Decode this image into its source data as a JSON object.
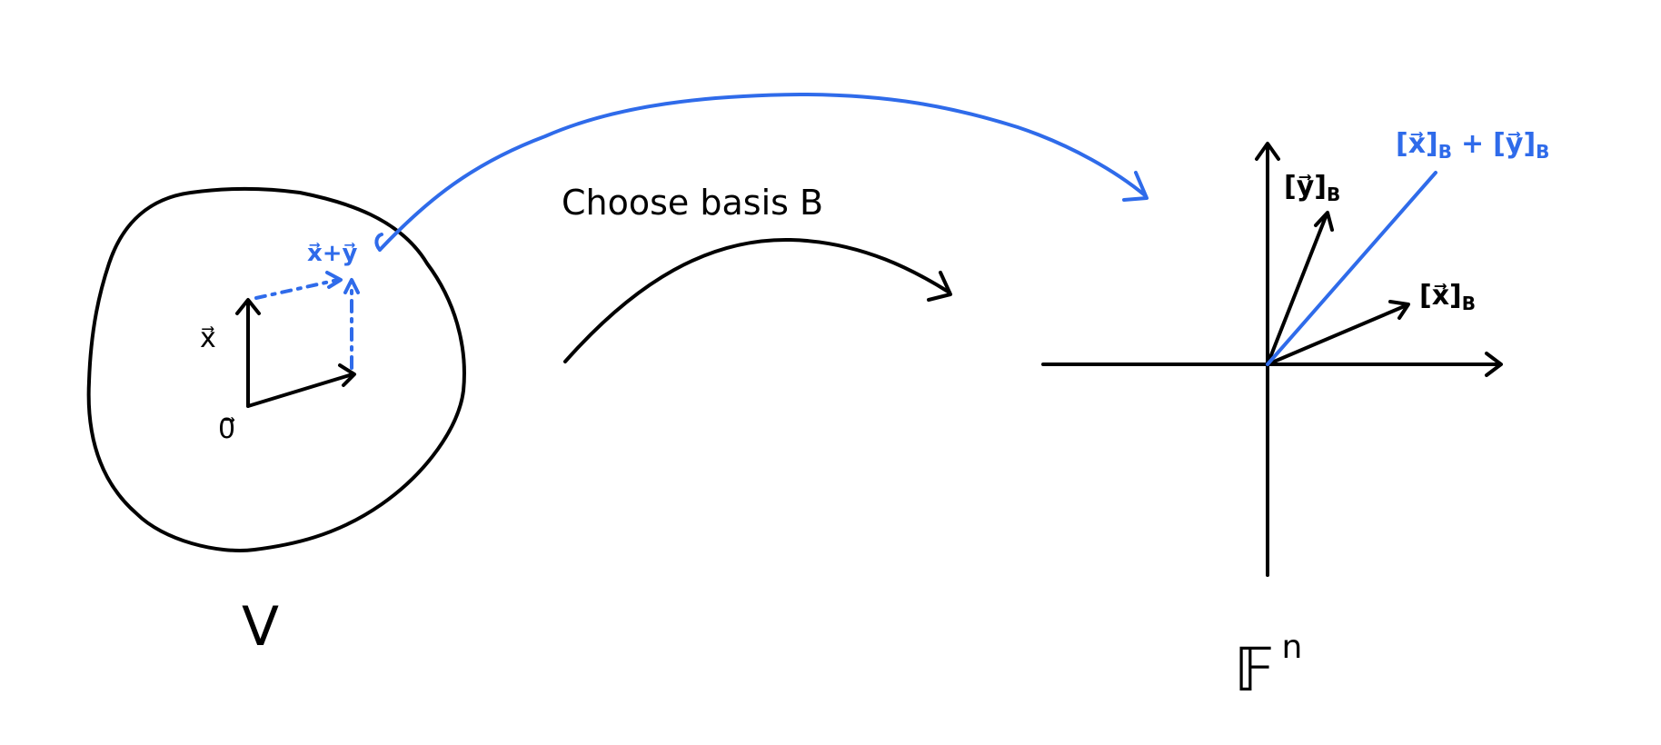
{
  "colors": {
    "ink": "#000000",
    "accent_blue": "#2F6BEA",
    "background": "#ffffff"
  },
  "left_space": {
    "name": "V",
    "origin_label": "0⃗",
    "x_label": "x⃗",
    "sum_label": "x⃗+y⃗"
  },
  "map": {
    "caption": "Choose basis B"
  },
  "right_space": {
    "field": "𝔽",
    "exponent": "n",
    "x_coord_label": "[x⃗]",
    "x_coord_sub": "B",
    "y_coord_label": "[y⃗]",
    "y_coord_sub": "B",
    "sum_coord_label_a": "[x⃗]",
    "sum_coord_sub_a": "B",
    "sum_plus": "+",
    "sum_coord_label_b": "[y⃗]",
    "sum_coord_sub_b": "B"
  }
}
